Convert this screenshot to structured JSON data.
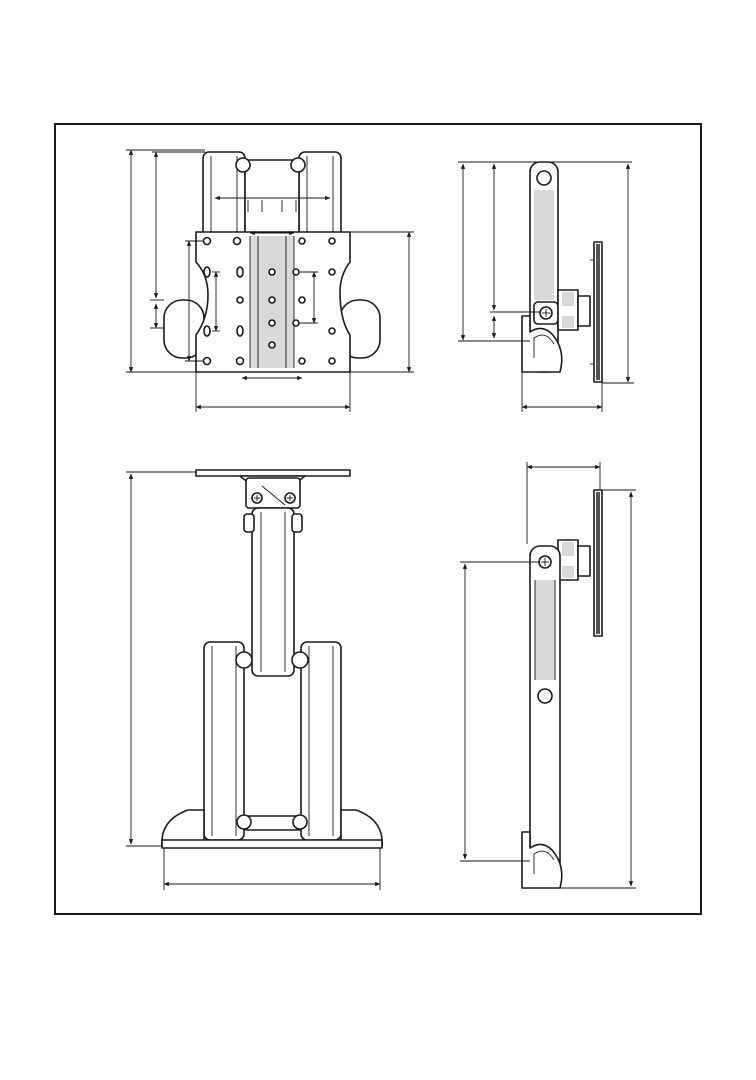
{
  "drawing": {
    "colors": {
      "line": "#1a1a1a",
      "paper": "#ffffff",
      "shade": "#d9d9d9"
    },
    "views": [
      {
        "id": "front-collapsed",
        "icon": "stand-front-collapsed"
      },
      {
        "id": "side-collapsed",
        "icon": "stand-side-collapsed"
      },
      {
        "id": "front-extended",
        "icon": "stand-front-extended"
      },
      {
        "id": "side-extended",
        "icon": "stand-side-extended"
      }
    ]
  }
}
